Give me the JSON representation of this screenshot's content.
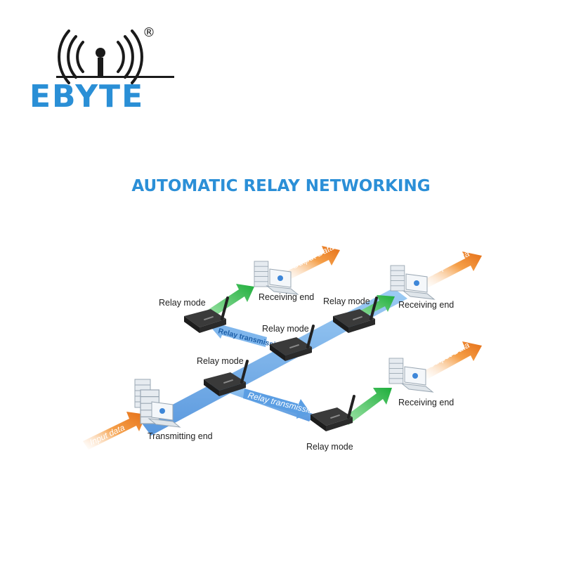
{
  "brand": {
    "name": "EBYTE",
    "registered": "®"
  },
  "title": "AUTOMATIC RELAY NETWORKING",
  "labels": {
    "relay_mode": "Relay mode",
    "receiving_end": "Receiving end",
    "transmitting_end": "Transmitting end",
    "input_data": "Input data",
    "output_data": "Output Data",
    "relay_transmission": "Relay transmission"
  },
  "colors": {
    "brand_blue": "#2a8fd6",
    "relay_arrow": "#5b9ee3",
    "output_arrow": "#f08a2c",
    "device_link": "#2fbf4a"
  }
}
